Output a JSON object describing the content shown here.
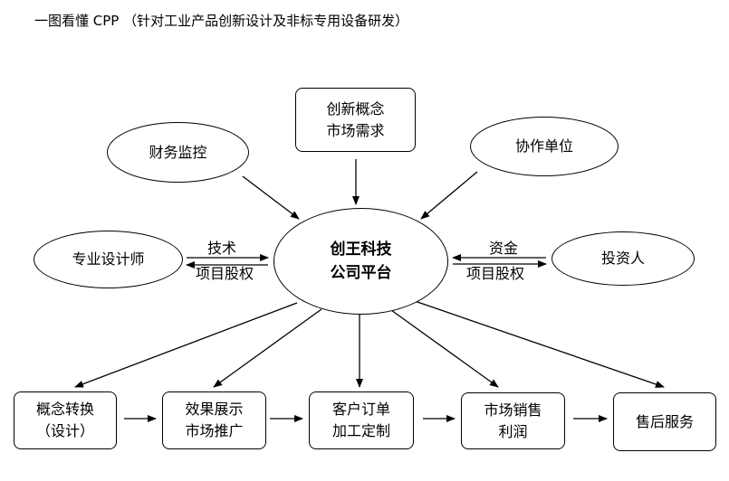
{
  "title": "一图看懂 CPP （针对工业产品创新设计及非标专用设备研发）",
  "center": {
    "line1": "创王科技",
    "line2": "公司平台"
  },
  "top_nodes": {
    "finance": "财务监控",
    "market_concept": {
      "line1": "创新概念",
      "line2": "市场需求"
    },
    "partner": "协作单位"
  },
  "side_nodes": {
    "designer": "专业设计师",
    "investor": "投资人"
  },
  "edge_labels": {
    "left_top": "技术",
    "left_bottom": "项目股权",
    "right_top": "资金",
    "right_bottom": "项目股权"
  },
  "process_steps": [
    {
      "line1": "概念转换",
      "line2": "（设计）"
    },
    {
      "line1": "效果展示",
      "line2": "市场推广"
    },
    {
      "line1": "客户订单",
      "line2": "加工定制"
    },
    {
      "line1": "市场销售",
      "line2": "利润"
    },
    {
      "line1": "售后服务",
      "line2": ""
    }
  ]
}
